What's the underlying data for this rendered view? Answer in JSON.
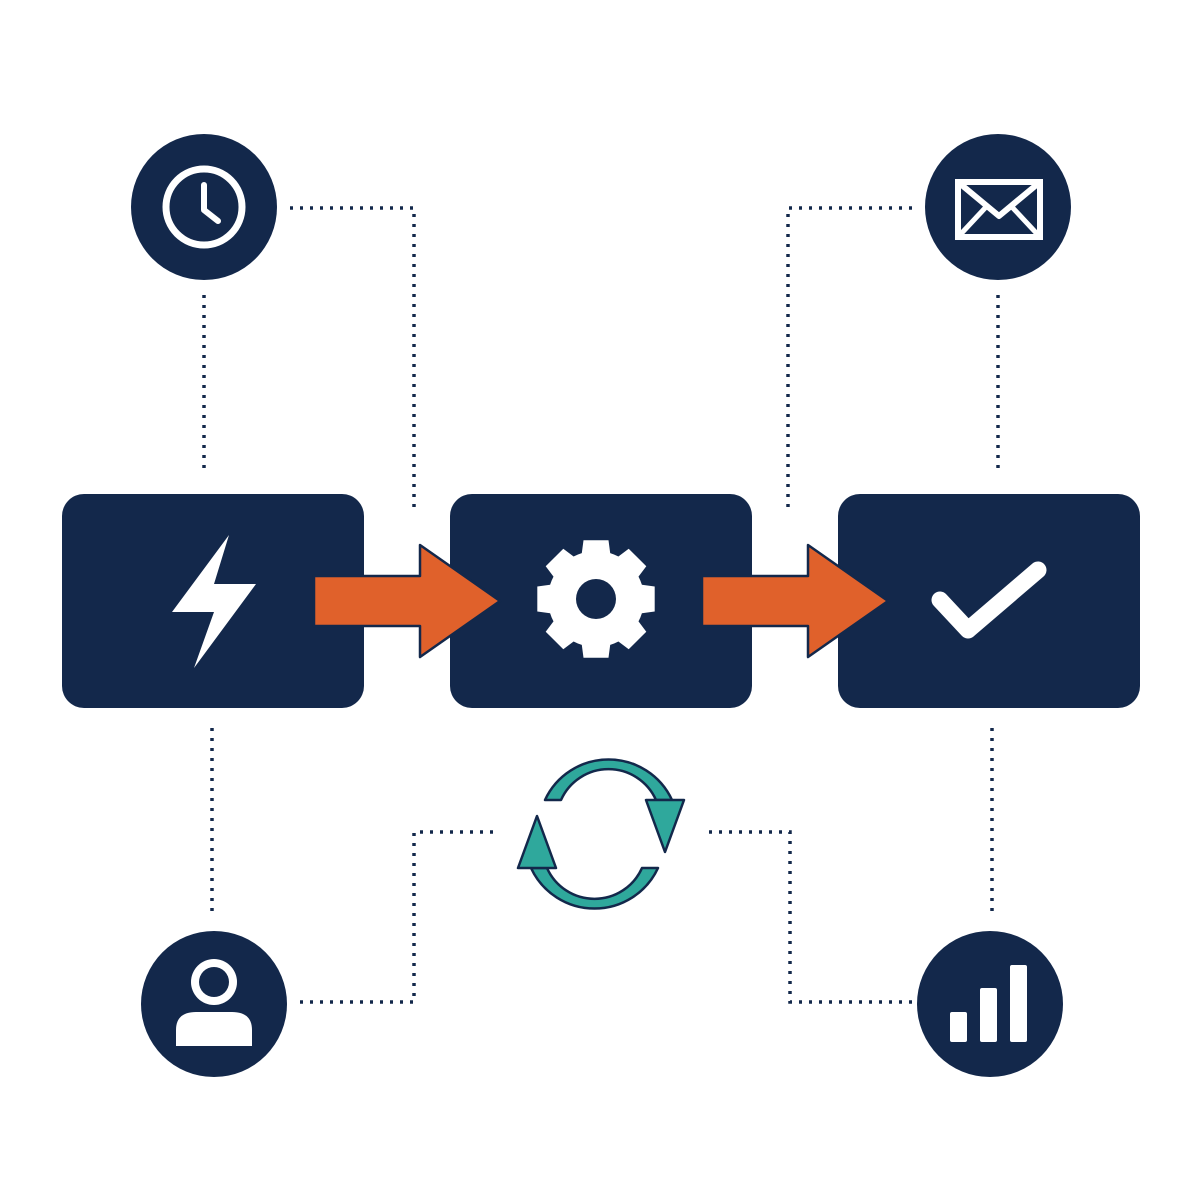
{
  "colors": {
    "background": "#ffffff",
    "node_fill": "#13284b",
    "icon_fill": "#ffffff",
    "arrow_fill": "#e0612b",
    "arrow_outline": "#13284b",
    "cycle_fill": "#2fa89c",
    "cycle_outline": "#13284b",
    "connector": "#13284b"
  },
  "process_steps": [
    {
      "id": "trigger",
      "icon": "lightning-bolt-icon"
    },
    {
      "id": "process",
      "icon": "gear-icon"
    },
    {
      "id": "complete",
      "icon": "checkmark-icon"
    }
  ],
  "flow_arrows": [
    {
      "from": "trigger",
      "to": "process"
    },
    {
      "from": "process",
      "to": "complete"
    }
  ],
  "satellite_nodes": [
    {
      "id": "schedule",
      "icon": "clock-icon",
      "connects_to": "process"
    },
    {
      "id": "notification",
      "icon": "envelope-icon",
      "connects_to": "complete"
    },
    {
      "id": "user",
      "icon": "user-icon",
      "connects_to": "cycle"
    },
    {
      "id": "analytics",
      "icon": "bar-chart-icon",
      "connects_to": "cycle"
    }
  ],
  "cycle": {
    "icon": "refresh-cycle-icon"
  }
}
